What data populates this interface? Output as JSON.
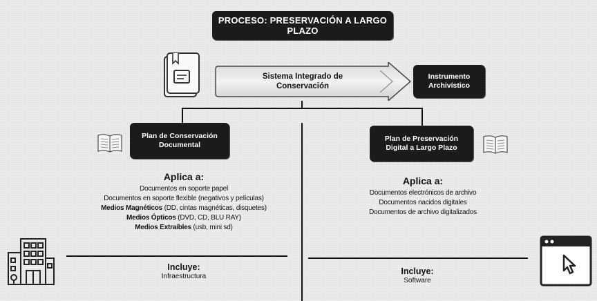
{
  "process_title": "PROCESO: PRESERVACIÓN A LARGO PLAZO",
  "system": {
    "line1": "Sistema Integrado de",
    "line2": "Conservación"
  },
  "instrument": {
    "line1": "Instrumento",
    "line2": "Archivístico"
  },
  "left_plan": {
    "line1": "Plan de Conservación",
    "line2": "Documental",
    "applies_label": "Aplica a:",
    "items": [
      {
        "prefix": "",
        "text": "Documentos en soporte papel"
      },
      {
        "prefix": "",
        "text": "Documentos en soporte flexible (negativos y películas)"
      },
      {
        "prefix": "Medios Magnéticos",
        "text": " (DD, cintas magnéticas, disquetes)"
      },
      {
        "prefix": "Medios Ópticos",
        "text": " (DVD, CD, BLU RAY)"
      },
      {
        "prefix": "Medios Extraíbles",
        "text": " (usb, mini sd)"
      }
    ],
    "includes_label": "Incluye:",
    "includes_item": "Infraestructura"
  },
  "right_plan": {
    "line1": "Plan de Preservación",
    "line2": "Digital a Largo Plazo",
    "applies_label": "Aplica a:",
    "items": [
      "Documentos electrónicos de archivo",
      "Documentos nacidos digitales",
      "Documentos de archivo digitalizados"
    ],
    "includes_label": "Incluye:",
    "includes_item": "Software"
  },
  "colors": {
    "dark_box": "#1b1b1b",
    "arrow_fill": "#dcdcdc",
    "line": "#111111"
  },
  "icons": [
    "document-folder-icon",
    "open-book-icon",
    "building-icon",
    "browser-window-cursor-icon"
  ]
}
